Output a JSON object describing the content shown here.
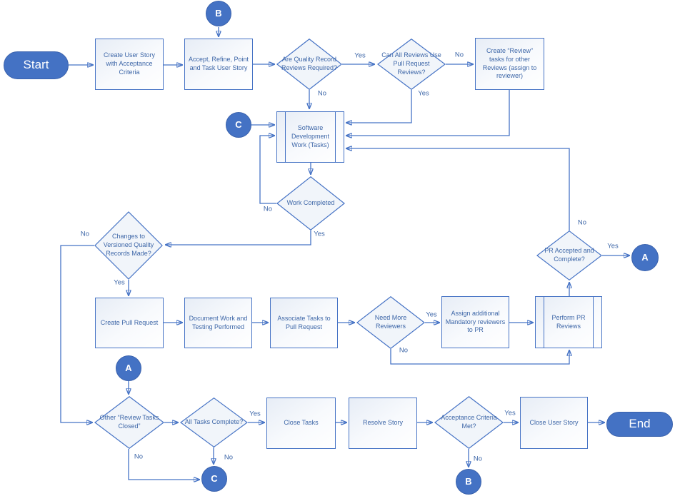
{
  "colors": {
    "accent": "#4472c4",
    "line": "#4673c5",
    "ink": "#3e67a8",
    "fill": "#f1f5fa"
  },
  "nodes": {
    "start": {
      "type": "terminator",
      "label": "Start"
    },
    "end": {
      "type": "terminator",
      "label": "End"
    },
    "create_user_story": {
      "type": "process",
      "label": "Create User Story with Acceptance Criteria"
    },
    "accept_refine": {
      "type": "process",
      "label": "Accept, Refine, Point and Task User Story"
    },
    "quality_reviews_required": {
      "type": "decision",
      "label": "Are Quality Record Reviews Required?"
    },
    "can_all_reviews_pr": {
      "type": "decision",
      "label": "Can All Reviews Use Pull Request Reviews?"
    },
    "create_review_tasks": {
      "type": "process",
      "label": "Create “Review” tasks for other Reviews (assign to reviewer)"
    },
    "software_dev_work": {
      "type": "predefined",
      "label": "Software Development Work (Tasks)"
    },
    "work_completed": {
      "type": "decision",
      "label": "Work Completed"
    },
    "changes_quality_records": {
      "type": "decision",
      "label": "Changes to Versioned Quality Records Made?"
    },
    "create_pull_request": {
      "type": "process",
      "label": "Create Pull Request"
    },
    "document_work": {
      "type": "process",
      "label": "Document Work and Testing Performed"
    },
    "associate_tasks": {
      "type": "process",
      "label": "Associate Tasks to Pull Request"
    },
    "need_more_reviewers": {
      "type": "decision",
      "label": "Need More Reviewers"
    },
    "assign_reviewers": {
      "type": "process",
      "label": "Assign additional Mandatory reviewers to PR"
    },
    "perform_pr_reviews": {
      "type": "predefined",
      "label": "Perform PR Reviews"
    },
    "pr_accepted": {
      "type": "decision",
      "label": "PR Accepted and Complete?"
    },
    "other_review_tasks_closed": {
      "type": "decision",
      "label": "Other “Review Tasks Closed”"
    },
    "all_tasks_complete": {
      "type": "decision",
      "label": "All Tasks Complete?"
    },
    "close_tasks": {
      "type": "process",
      "label": "Close Tasks"
    },
    "resolve_story": {
      "type": "process",
      "label": "Resolve Story"
    },
    "acceptance_criteria_met": {
      "type": "decision",
      "label": "Acceptance Criteria Met?"
    },
    "close_user_story": {
      "type": "process",
      "label": "Close User Story"
    },
    "connector_b_top": {
      "type": "connector",
      "label": "B"
    },
    "connector_c_mid": {
      "type": "connector",
      "label": "C"
    },
    "connector_a_right": {
      "type": "connector",
      "label": "A"
    },
    "connector_a_bottom": {
      "type": "connector",
      "label": "A"
    },
    "connector_c_bottom": {
      "type": "connector",
      "label": "C"
    },
    "connector_b_bottom": {
      "type": "connector",
      "label": "B"
    }
  },
  "edge_labels": {
    "q1_yes": "Yes",
    "q1_no": "No",
    "q2_no": "No",
    "q2_yes": "Yes",
    "wc_no": "No",
    "wc_yes": "Yes",
    "ch_no": "No",
    "ch_yes": "Yes",
    "nm_yes": "Yes",
    "nm_no": "No",
    "pr_no": "No",
    "pr_yes": "Yes",
    "or_no": "No",
    "at_yes": "Yes",
    "at_no": "No",
    "ac_yes": "Yes",
    "ac_no": "No"
  }
}
